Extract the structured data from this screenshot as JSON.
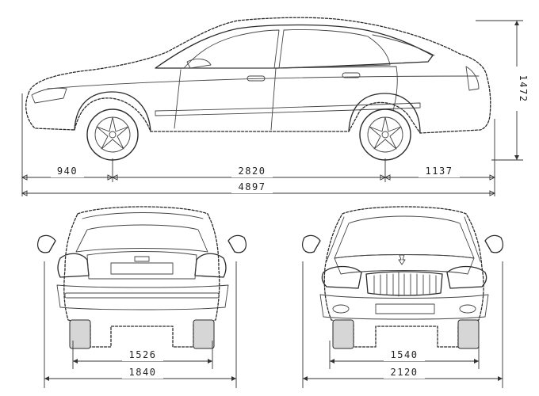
{
  "dimensions": {
    "front_overhang": "940",
    "wheelbase": "2820",
    "rear_overhang": "1137",
    "overall_length": "4897",
    "height": "1472",
    "rear_track": "1526",
    "rear_width": "1840",
    "front_track": "1540",
    "front_width": "2120"
  }
}
